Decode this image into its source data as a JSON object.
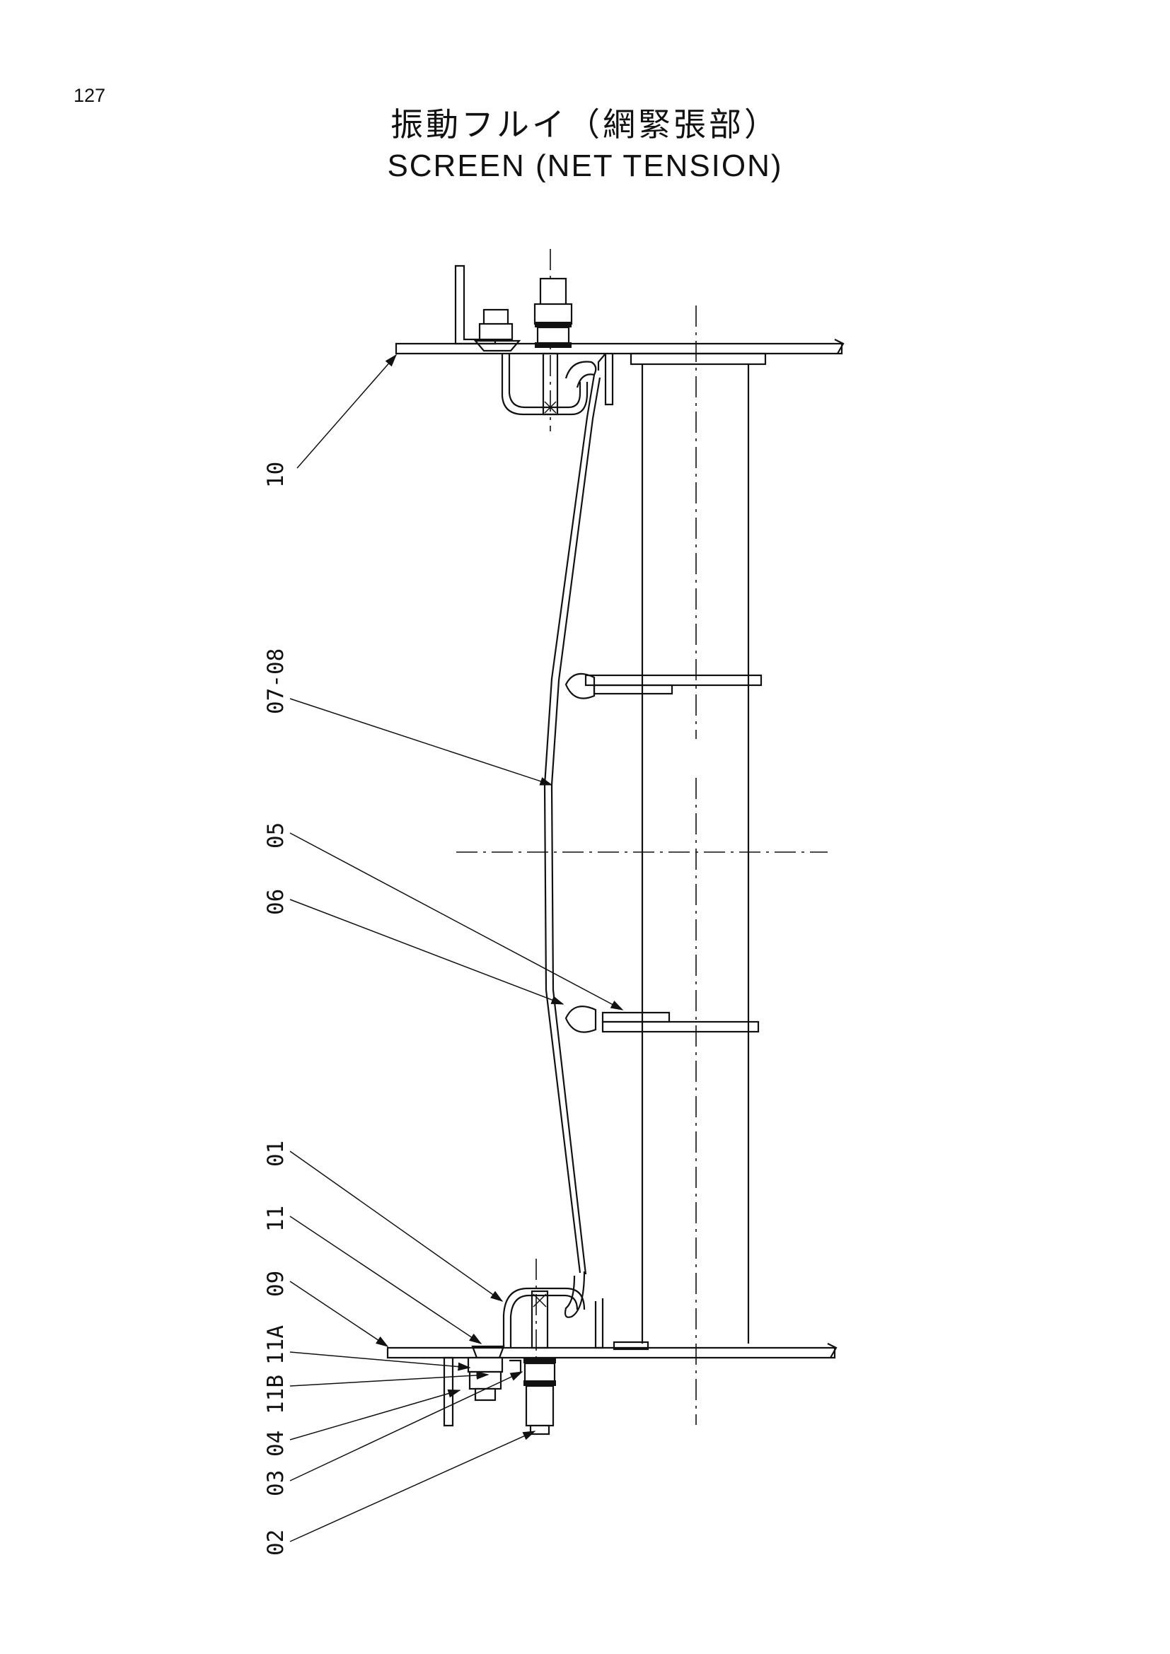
{
  "page": {
    "number": "127"
  },
  "title": {
    "japanese": "振動フルイ（網緊張部）",
    "english": "SCREEN (NET TENSION)"
  },
  "callouts": [
    {
      "id": "label-10",
      "text": "10"
    },
    {
      "id": "label-07-08",
      "text": "07-08"
    },
    {
      "id": "label-05",
      "text": "05"
    },
    {
      "id": "label-06",
      "text": "06"
    },
    {
      "id": "label-01",
      "text": "01"
    },
    {
      "id": "label-11",
      "text": "11"
    },
    {
      "id": "label-09",
      "text": "09"
    },
    {
      "id": "label-11A",
      "text": "11A"
    },
    {
      "id": "label-11B",
      "text": "11B"
    },
    {
      "id": "label-04",
      "text": "04"
    },
    {
      "id": "label-03",
      "text": "03"
    },
    {
      "id": "label-02",
      "text": "02"
    }
  ]
}
